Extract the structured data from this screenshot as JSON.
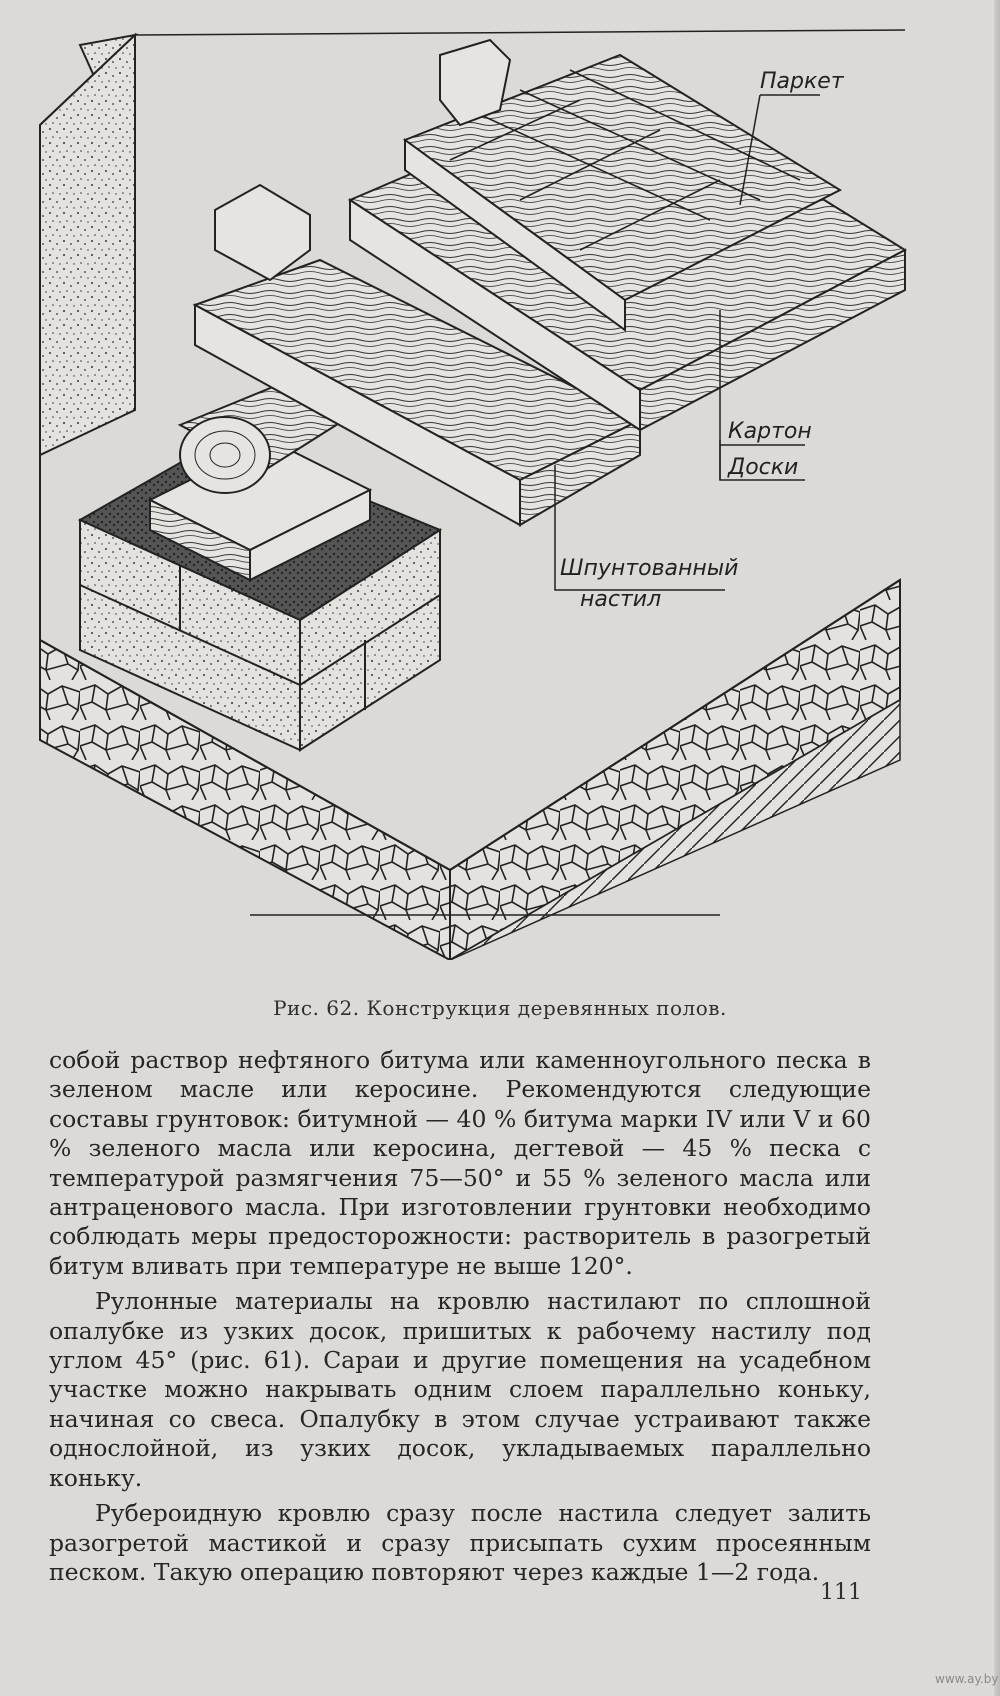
{
  "figure": {
    "labels": {
      "parquet": "Паркет",
      "cardboard": "Картон",
      "boards": "Доски",
      "tongue_groove_line1": "Шпунтованный",
      "tongue_groove_line2": "настил"
    },
    "caption": "Рис. 62. Конструкция деревянных полов."
  },
  "text": {
    "p1": "собой раствор нефтяного битума или каменноугольного песка в зеленом масле или керосине. Рекомендуются следующие составы грунтовок: битумной — 40 % битума марки IV или V и 60 % зеленого масла или керосина, дегтевой — 45 % песка с температурой размягчения 75—50° и 55 % зеленого масла или антраценового масла. При изготовлении грунтовки необходимо соблюдать меры предосторожности: растворитель в разогретый битум вливать при температуре не выше 120°.",
    "p2": "Рулонные материалы на кровлю настилают по сплошной опалубке из узких досок, пришитых к рабочему настилу под углом 45° (рис. 61). Сараи и другие помещения на усадебном участке можно накрывать одним слоем параллельно коньку, начиная со свеса. Опалубку в этом случае устраивают также однослойной, из узких досок, укладываемых параллельно коньку.",
    "p3": "Рубероидную кровлю сразу после настила следует залить разогретой мастикой и сразу присыпать сухим просеянным песком. Такую операцию повторяют через каждые 1—2 года."
  },
  "page_number": "111",
  "watermark": "www.ay.by",
  "colors": {
    "paper": "#dcdad6",
    "ink": "#262626"
  }
}
